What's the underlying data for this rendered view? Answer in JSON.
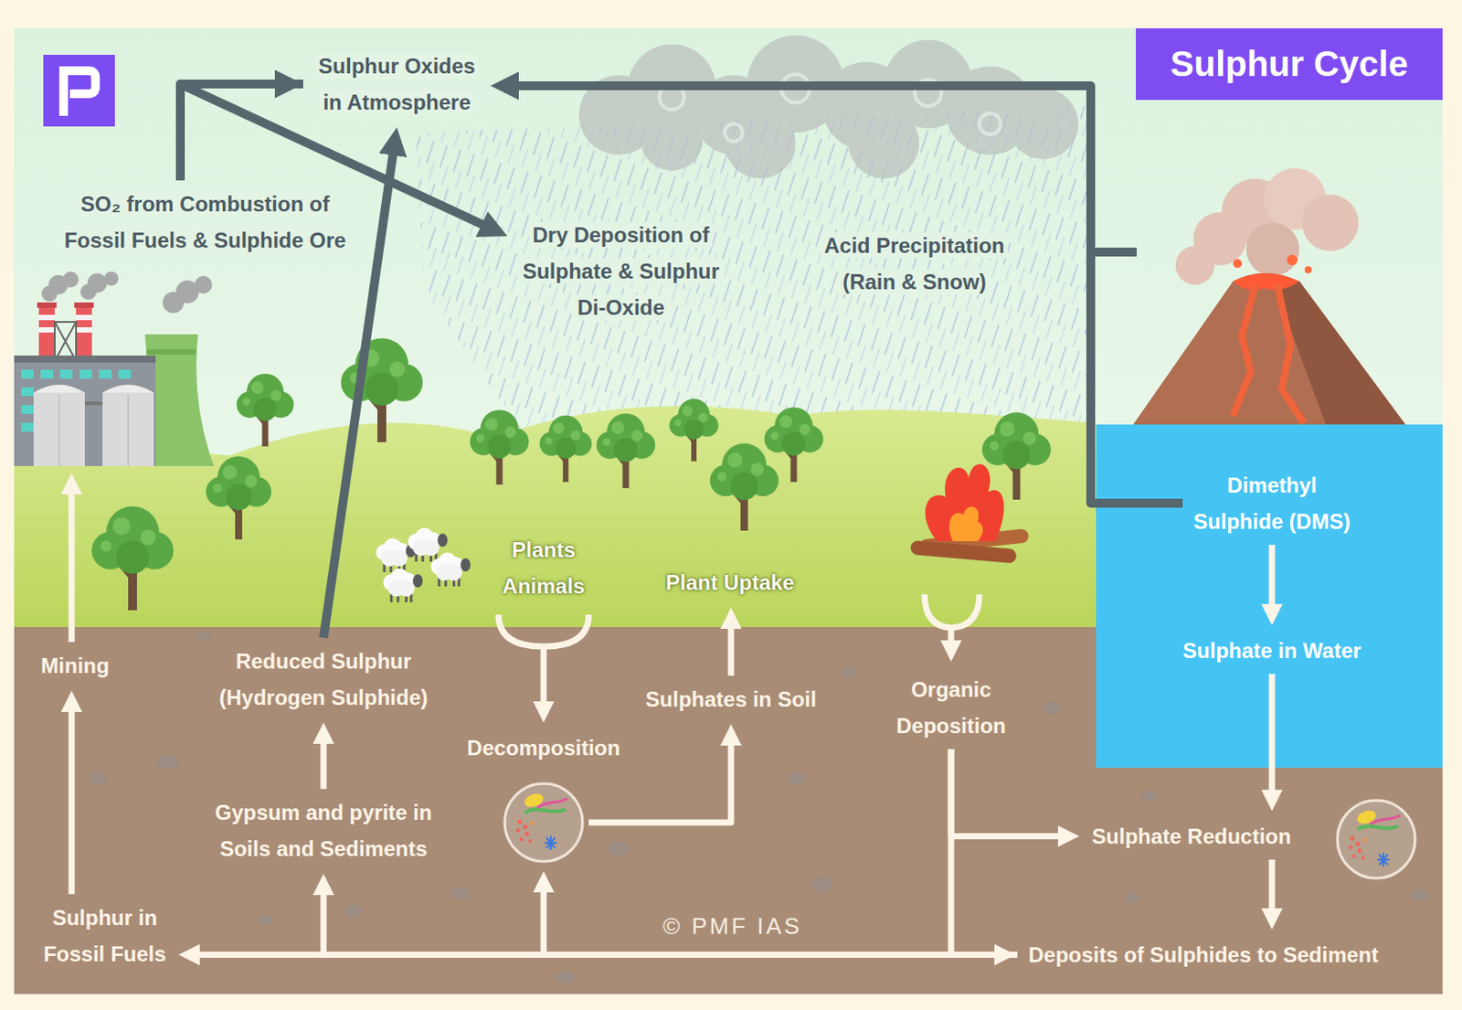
{
  "diagram": {
    "title": "Sulphur Cycle",
    "nodes": [
      {
        "text": [
          "Sulphur Oxides in Atmosphere"
        ]
      },
      {
        "text": [
          "SO₂ from Combustion of Fossil Fuels & Sulphide Ore"
        ]
      },
      {
        "text": [
          "Dry Deposition of Sulphate & Sulphur Di-Oxide"
        ]
      },
      {
        "text": [
          "Acid Precipitation (Rain & Snow)"
        ]
      },
      {
        "text": [
          "Dimethyl Sulphide (DMS)"
        ]
      },
      {
        "text": [
          "Plants Animals"
        ]
      },
      {
        "text": [
          "Plant Uptake"
        ]
      },
      {
        "text": [
          "Sulphate in Water"
        ]
      },
      {
        "text": [
          "Mining"
        ]
      },
      {
        "text": [
          "Reduced Sulphur (Hydrogen Sulphide)"
        ]
      },
      {
        "text": [
          "Sulphates in Soil"
        ]
      },
      {
        "text": [
          "Organic Deposition"
        ]
      },
      {
        "text": [
          "Decomposition"
        ]
      },
      {
        "text": [
          "Gypsum and pyrite in Soils and Sediments"
        ]
      },
      {
        "text": [
          "Sulphate Reduction"
        ]
      },
      {
        "text": [
          "Sulphur in Fossil Fuels"
        ]
      },
      {
        "text": [
          "Deposits of Sulphides to Sediment"
        ]
      }
    ],
    "edges": [
      {
        "from": 1,
        "to": 0,
        "arrow": "to"
      },
      {
        "from": 0,
        "to": 2,
        "arrow": "to"
      },
      {
        "from": 9,
        "to": 0,
        "arrow": "to"
      },
      {
        "from": 4,
        "to": 0,
        "arrow": "to"
      },
      {
        "from": 4,
        "to": 7,
        "arrow": "to"
      },
      {
        "from": 7,
        "to": 14,
        "arrow": "to"
      },
      {
        "from": 14,
        "to": 16,
        "arrow": "to"
      },
      {
        "from": 16,
        "to": 15,
        "arrow": "to"
      },
      {
        "from": 16,
        "to": 13,
        "arrow": "to"
      },
      {
        "from": 16,
        "to": 12,
        "arrow": "to"
      },
      {
        "from": 15,
        "to": 8,
        "arrow": "to"
      },
      {
        "from": 8,
        "to": 1,
        "arrow": "to"
      },
      {
        "from": 13,
        "to": 9,
        "arrow": "to"
      },
      {
        "from": 5,
        "to": 12,
        "arrow": "to"
      },
      {
        "from": 12,
        "to": 10,
        "arrow": "to"
      },
      {
        "from": 10,
        "to": 6,
        "arrow": "to"
      },
      {
        "from": 11,
        "to": 16,
        "arrow": "to"
      },
      {
        "from": 11,
        "to": 14,
        "arrow": "to"
      }
    ],
    "labels": [
      "© PMF IAS"
    ]
  }
}
